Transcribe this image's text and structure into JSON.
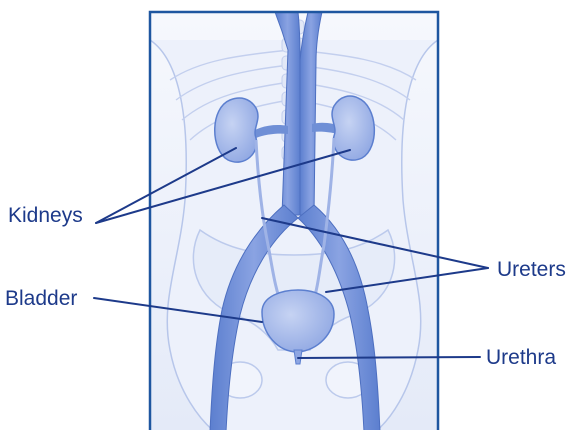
{
  "labels": {
    "kidneys": "Kidneys",
    "bladder": "Bladder",
    "ureters": "Ureters",
    "urethra": "Urethra"
  },
  "colors": {
    "frame": "#1e56a0",
    "leader_line": "#1d3a8a",
    "label_text": "#1d3a8a",
    "organ_fill": "#9fb3e6",
    "vessel_fill": "#6f8fd6",
    "body_outline": "#b7c6ea",
    "body_fill": "#eef2fb"
  }
}
